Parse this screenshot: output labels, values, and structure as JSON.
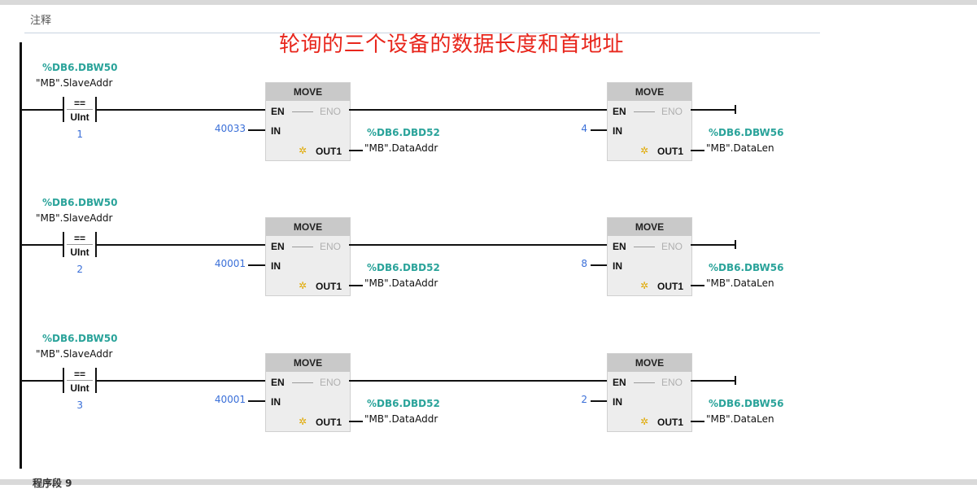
{
  "header": {
    "comment_label": "注释",
    "annotation": "轮询的三个设备的数据长度和首地址"
  },
  "footer": {
    "next_network_label": "程序段 9"
  },
  "networks": [
    {
      "contact": {
        "operand": "%DB6.DBW50",
        "tag": "\"MB\".SlaveAddr",
        "op": "==",
        "type": "UInt",
        "value": "1"
      },
      "move1": {
        "title": "MOVE",
        "en": "EN",
        "eno": "ENO",
        "in_label": "IN",
        "in_value": "40033",
        "out_label": "OUT1",
        "out_operand": "%DB6.DBD52",
        "out_tag": "\"MB\".DataAddr"
      },
      "move2": {
        "title": "MOVE",
        "en": "EN",
        "eno": "ENO",
        "in_label": "IN",
        "in_value": "4",
        "out_label": "OUT1",
        "out_operand": "%DB6.DBW56",
        "out_tag": "\"MB\".DataLen"
      }
    },
    {
      "contact": {
        "operand": "%DB6.DBW50",
        "tag": "\"MB\".SlaveAddr",
        "op": "==",
        "type": "UInt",
        "value": "2"
      },
      "move1": {
        "title": "MOVE",
        "en": "EN",
        "eno": "ENO",
        "in_label": "IN",
        "in_value": "40001",
        "out_label": "OUT1",
        "out_operand": "%DB6.DBD52",
        "out_tag": "\"MB\".DataAddr"
      },
      "move2": {
        "title": "MOVE",
        "en": "EN",
        "eno": "ENO",
        "in_label": "IN",
        "in_value": "8",
        "out_label": "OUT1",
        "out_operand": "%DB6.DBW56",
        "out_tag": "\"MB\".DataLen"
      }
    },
    {
      "contact": {
        "operand": "%DB6.DBW50",
        "tag": "\"MB\".SlaveAddr",
        "op": "==",
        "type": "UInt",
        "value": "3"
      },
      "move1": {
        "title": "MOVE",
        "en": "EN",
        "eno": "ENO",
        "in_label": "IN",
        "in_value": "40001",
        "out_label": "OUT1",
        "out_operand": "%DB6.DBD52",
        "out_tag": "\"MB\".DataAddr"
      },
      "move2": {
        "title": "MOVE",
        "en": "EN",
        "eno": "ENO",
        "in_label": "IN",
        "in_value": "2",
        "out_label": "OUT1",
        "out_operand": "%DB6.DBW56",
        "out_tag": "\"MB\".DataLen"
      }
    }
  ]
}
